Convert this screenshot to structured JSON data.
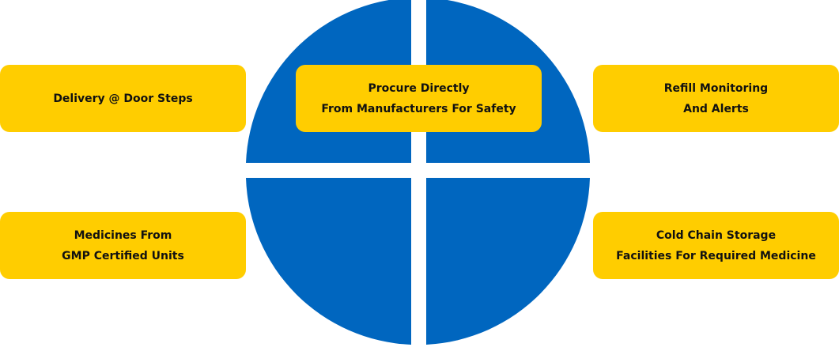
{
  "colors": {
    "circle_quadrant": "#0066BF",
    "box_fill": "#FFCD00",
    "box_text": "#111111",
    "background": "#FFFFFF"
  },
  "boxes": {
    "top_center": {
      "line1": "Procure Directly",
      "line2": "From Manufacturers For Safety"
    },
    "top_left": {
      "line1": "Delivery @ Door Steps"
    },
    "top_right": {
      "line1": "Refill Monitoring",
      "line2": "And Alerts"
    },
    "bottom_left": {
      "line1": "Medicines From",
      "line2": "GMP Certified Units"
    },
    "bottom_right": {
      "line1": "Cold Chain Storage",
      "line2": "Facilities For Required Medicine"
    }
  }
}
